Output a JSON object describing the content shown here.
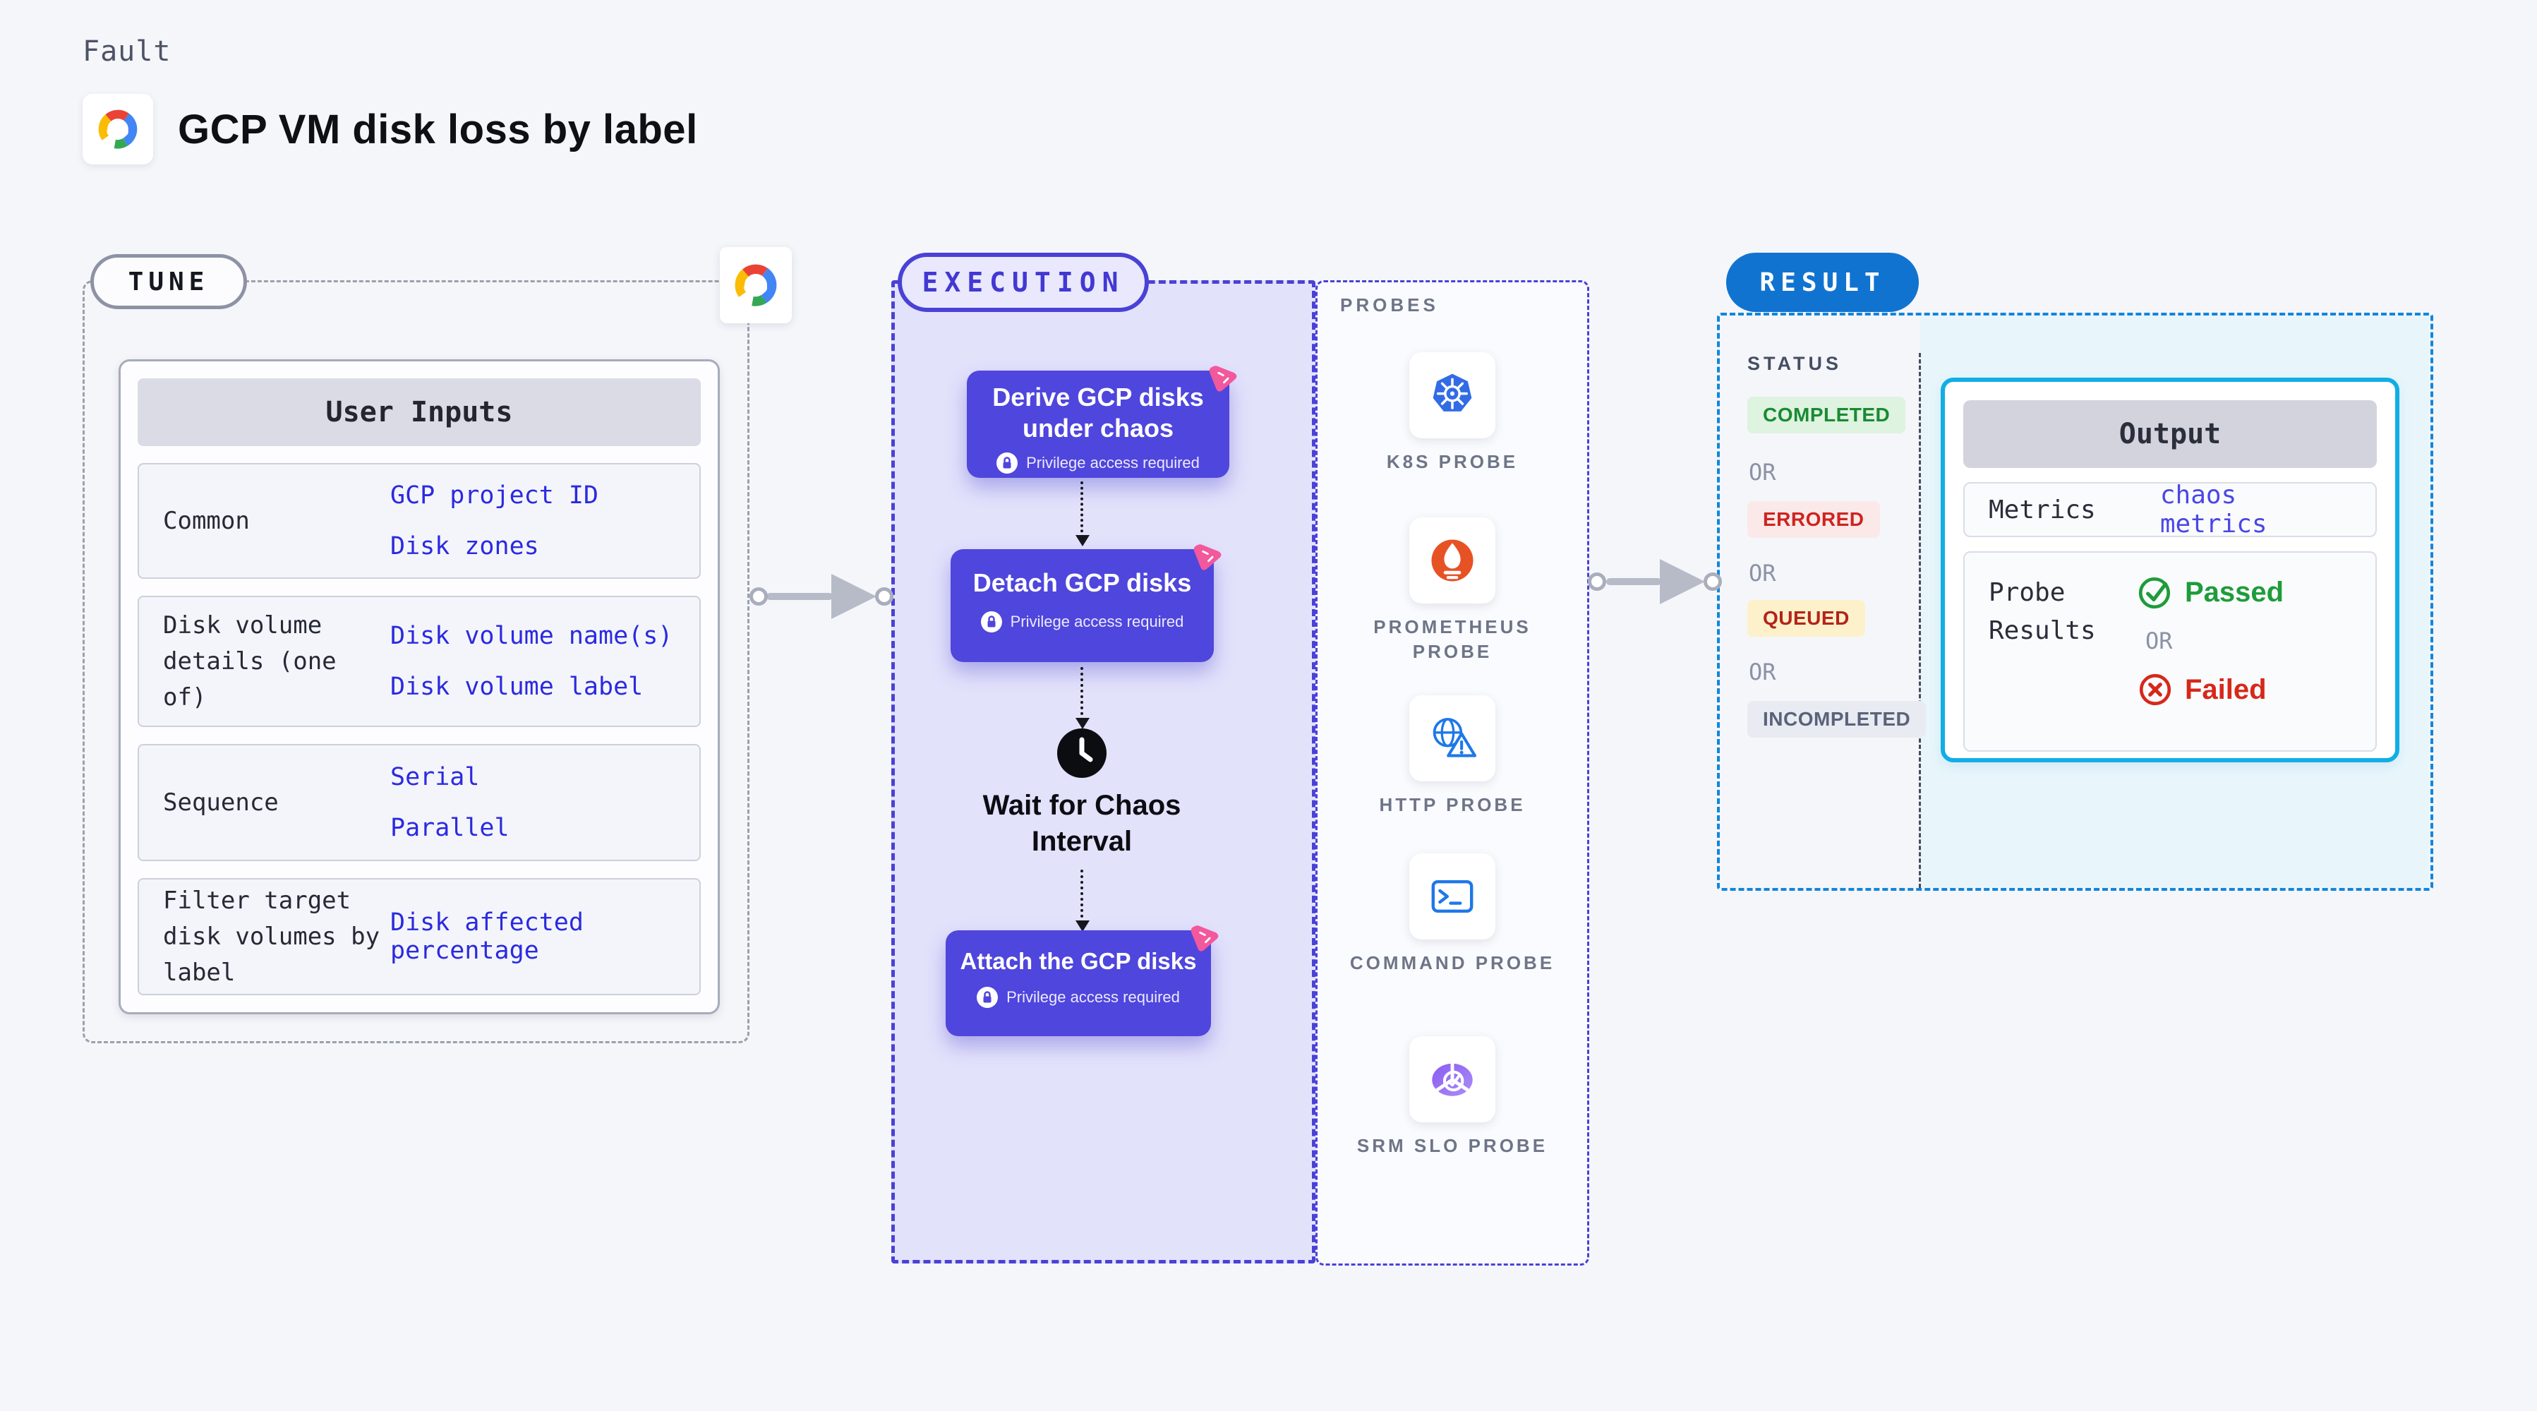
{
  "page": {
    "eyebrow": "Fault",
    "title": "GCP VM disk loss by label"
  },
  "tune": {
    "badge": "TUNE",
    "table": {
      "header": "User Inputs",
      "rows": [
        {
          "label": "Common",
          "values": [
            "GCP project ID",
            "Disk zones"
          ]
        },
        {
          "label": "Disk volume details (one of)",
          "values": [
            "Disk volume name(s)",
            "Disk volume label"
          ]
        },
        {
          "label": "Sequence",
          "values": [
            "Serial",
            "Parallel"
          ]
        },
        {
          "label": "Filter target disk volumes by label",
          "values": [
            "Disk affected percentage"
          ]
        }
      ]
    }
  },
  "execution": {
    "badge": "EXECUTION",
    "steps": [
      {
        "title": "Derive GCP disks under chaos",
        "note": "Privilege access required"
      },
      {
        "title": "Detach GCP disks",
        "note": "Privilege access required"
      },
      {
        "title": "Attach the GCP disks",
        "note": "Privilege access required"
      }
    ],
    "wait_label": "Wait for Chaos Interval"
  },
  "probes": {
    "heading": "PROBES",
    "items": [
      {
        "label": "K8S PROBE",
        "icon": "kubernetes-icon"
      },
      {
        "label": "PROMETHEUS PROBE",
        "icon": "prometheus-icon"
      },
      {
        "label": "HTTP PROBE",
        "icon": "http-globe-icon"
      },
      {
        "label": "COMMAND PROBE",
        "icon": "terminal-icon"
      },
      {
        "label": "SRM SLO PROBE",
        "icon": "srm-slo-icon"
      }
    ]
  },
  "result": {
    "badge": "RESULT",
    "status_heading": "STATUS",
    "or_label": "OR",
    "statuses": [
      {
        "label": "COMPLETED",
        "fg": "#1a8a33",
        "bg": "#def3e0"
      },
      {
        "label": "ERRORED",
        "fg": "#cd2420",
        "bg": "#fbe9e9"
      },
      {
        "label": "QUEUED",
        "fg": "#b3241b",
        "bg": "#fcf1ca"
      },
      {
        "label": "INCOMPLETED",
        "fg": "#5a6379",
        "bg": "#e9ebf2"
      }
    ],
    "output": {
      "header": "Output",
      "metrics_label": "Metrics",
      "metrics_value": "chaos metrics",
      "probe_results_label": "Probe Results",
      "passed": "Passed",
      "or_label": "OR",
      "failed": "Failed"
    }
  },
  "colors": {
    "accent_indigo": "#4f46dd",
    "execution_border": "#4a41d6",
    "result_border": "#1186dc",
    "output_border": "#11aee5",
    "result_badge_bg": "#1173d0",
    "link_blue": "#2b2ae0",
    "passed_green": "#1e9c3a",
    "failed_red": "#d6281a",
    "pink_icon": "#f2589c"
  }
}
